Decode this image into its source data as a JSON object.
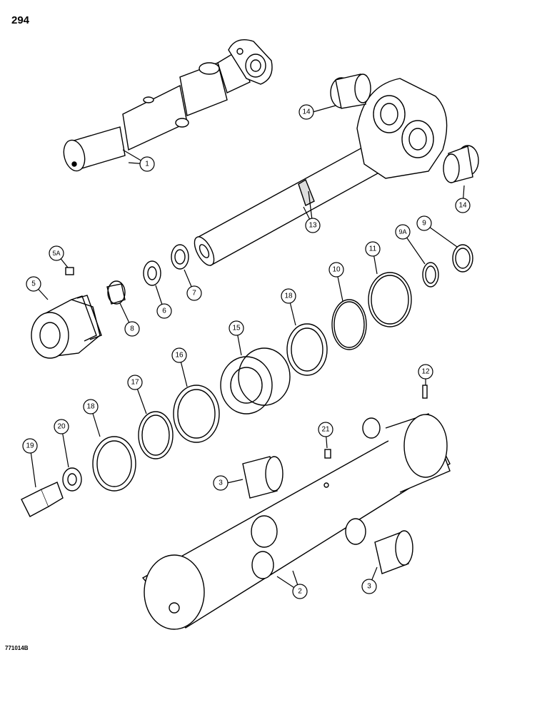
{
  "page": {
    "number": "294",
    "drawing_number": "771014B"
  },
  "callouts": [
    "1",
    "2",
    "3",
    "3",
    "5",
    "5A",
    "6",
    "7",
    "8",
    "9",
    "9A",
    "10",
    "11",
    "12",
    "13",
    "14",
    "14",
    "15",
    "16",
    "17",
    "18",
    "18",
    "19",
    "20",
    "21"
  ],
  "ink_color": "#000000",
  "paper_color": "#ffffff"
}
